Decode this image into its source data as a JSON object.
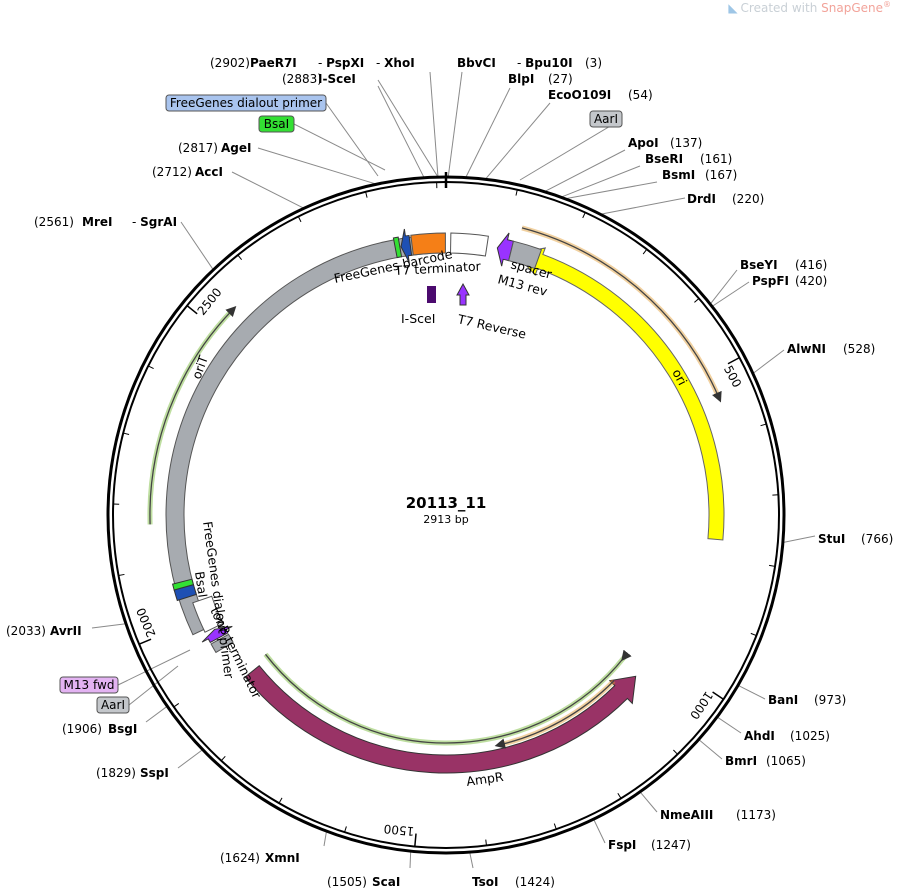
{
  "brand": {
    "prefix": "Created with ",
    "name": "SnapGene",
    "mark": "®"
  },
  "plasmid": {
    "name": "20113_11",
    "size_label": "2913 bp",
    "length": 2913
  },
  "ticks": [
    "500",
    "1000",
    "1500",
    "2000",
    "2500"
  ],
  "enzymes": [
    {
      "name": "PaeR7I",
      "pos": "(2902)"
    },
    {
      "name": "PspXI",
      "pos": ""
    },
    {
      "name": "XhoI",
      "pos": ""
    },
    {
      "name": "I-SceI",
      "pos": "(2883)"
    },
    {
      "name": "BbvCI",
      "pos": ""
    },
    {
      "name": "Bpu10I",
      "pos": "(3)"
    },
    {
      "name": "BlpI",
      "pos": "(27)"
    },
    {
      "name": "EcoO109I",
      "pos": "(54)"
    },
    {
      "name": "ApoI",
      "pos": "(137)"
    },
    {
      "name": "BseRI",
      "pos": "(161)"
    },
    {
      "name": "BsmI",
      "pos": "(167)"
    },
    {
      "name": "DrdI",
      "pos": "(220)"
    },
    {
      "name": "BseYI",
      "pos": "(416)"
    },
    {
      "name": "PspFI",
      "pos": "(420)"
    },
    {
      "name": "AlwNI",
      "pos": "(528)"
    },
    {
      "name": "StuI",
      "pos": "(766)"
    },
    {
      "name": "BanI",
      "pos": "(973)"
    },
    {
      "name": "AhdI",
      "pos": "(1025)"
    },
    {
      "name": "BmrI",
      "pos": "(1065)"
    },
    {
      "name": "NmeAIII",
      "pos": "(1173)"
    },
    {
      "name": "FspI",
      "pos": "(1247)"
    },
    {
      "name": "TsoI",
      "pos": "(1424)"
    },
    {
      "name": "ScaI",
      "pos": "(1505)"
    },
    {
      "name": "XmnI",
      "pos": "(1624)"
    },
    {
      "name": "SspI",
      "pos": "(1829)"
    },
    {
      "name": "BsgI",
      "pos": "(1906)"
    },
    {
      "name": "AvrII",
      "pos": "(2033)"
    },
    {
      "name": "MreI",
      "pos": "(2561)"
    },
    {
      "name": "SgrAI",
      "pos": ""
    },
    {
      "name": "AccI",
      "pos": "(2712)"
    },
    {
      "name": "AgeI",
      "pos": "(2817)"
    }
  ],
  "tags": [
    {
      "label": "FreeGenes dialout primer",
      "color": "#a9c4ee"
    },
    {
      "label": "BsaI",
      "color": "#33e033"
    },
    {
      "label": "AarI",
      "color": "#c4c7cb"
    },
    {
      "label": "M13 fwd",
      "color": "#e3b3f2"
    },
    {
      "label": "AarI",
      "color": "#c4c7cb"
    }
  ],
  "features": [
    {
      "label": "ori",
      "color": "#ffff00"
    },
    {
      "label": "AmpR",
      "color": "#993366"
    },
    {
      "label": "oriT",
      "color": "#a7abb0"
    },
    {
      "label": "FreeGenes barcode",
      "color": "#f57f17"
    },
    {
      "label": "T7 terminator",
      "color": "#ffffff"
    },
    {
      "label": "spacer",
      "color": "#a7abb0"
    },
    {
      "label": "M13 rev",
      "color": "#9933ff"
    },
    {
      "label": "I-SceI",
      "color": "#4b0a6e"
    },
    {
      "label": "T7 Reverse",
      "color": "#9933ff"
    },
    {
      "label": "FreeGenes dialout primer",
      "color": "#a9c4ee"
    },
    {
      "label": "BsaI",
      "color": "#33e033"
    },
    {
      "label": "tonB terminator",
      "color": "#ffffff"
    }
  ],
  "colors": {
    "backbone": "#000000",
    "orf_outline": "#6eb52c",
    "primer_outline": "#e09a2c"
  }
}
